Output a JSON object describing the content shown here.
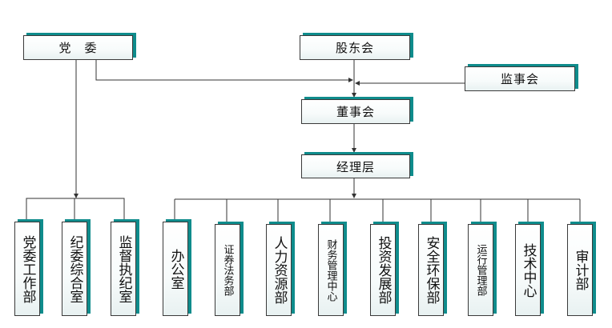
{
  "top_boxes": {
    "party_committee": "党　委",
    "shareholders": "股东会",
    "supervisors": "监事会",
    "board": "董事会",
    "management": "经理层"
  },
  "party_departments": [
    "党委工作部",
    "纪委综合室",
    "监督执纪室"
  ],
  "management_departments": [
    "办公室",
    "证券法务部",
    "人力资源部",
    "财务管理中心",
    "投资发展部",
    "安全环保部",
    "运行管理部",
    "技术中心",
    "审计部"
  ],
  "colors": {
    "box_shadow": "#0f8c8c",
    "line": "#333333"
  }
}
